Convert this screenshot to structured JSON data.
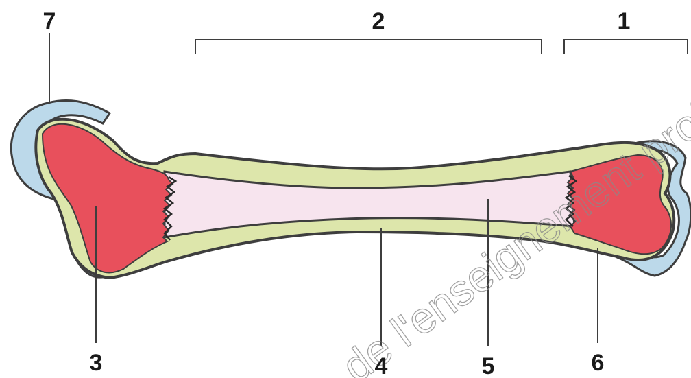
{
  "labels": {
    "l1": "1",
    "l2": "2",
    "l3": "3",
    "l4": "4",
    "l5": "5",
    "l6": "6",
    "l7": "7"
  },
  "watermark": "de l'enseignement prof",
  "colors": {
    "cartilage": "#bcd9ea",
    "spongy_bone": "#e8505c",
    "compact_bone": "#dde6ab",
    "marrow_cavity": "#f7e4ee",
    "outline": "#3e3e3e"
  }
}
